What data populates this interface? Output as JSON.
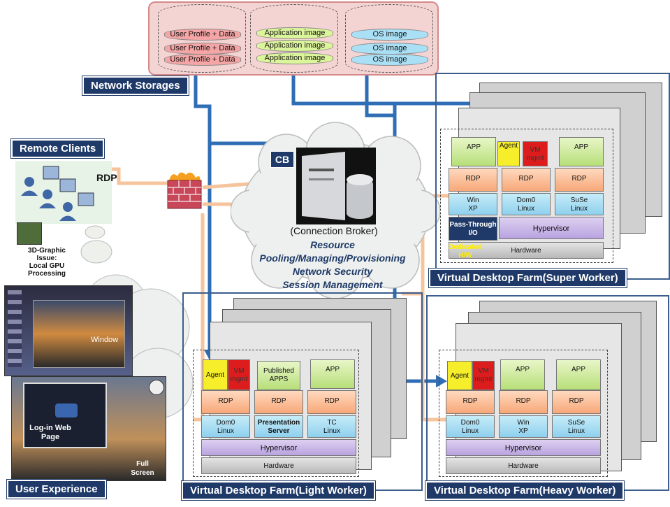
{
  "storages": {
    "label": "Network Storages",
    "user_profile": [
      "User Profile + Data",
      "User Profile + Data",
      "User Profile + Data"
    ],
    "application": [
      "Application image",
      "Application image",
      "Application image"
    ],
    "os": [
      "OS image",
      "OS image",
      "OS image"
    ]
  },
  "clients": {
    "label": "Remote Clients",
    "rdp": "RDP",
    "gpu_note_1": "3D-Graphic",
    "gpu_note_2": "Issue:",
    "gpu_note_3": "Local GPU",
    "gpu_note_4": "Processing"
  },
  "broker": {
    "badge": "CB",
    "caption": "(Connection Broker)",
    "functions": [
      "Resource",
      "Pooling/Managing/Provisioning",
      "Network Security",
      "Session Management"
    ]
  },
  "ux": {
    "label": "User Experience",
    "window": "Window",
    "login_1": "Log-in Web",
    "login_2": "Page",
    "full_1": "Full",
    "full_2": "Screen"
  },
  "super": {
    "label": "Virtual Desktop Farm(Super Worker)",
    "app": "APP",
    "agent": "Agent",
    "vm_1": "VM",
    "vm_2": "mgmt",
    "rdp": "RDP",
    "os1_1": "Win",
    "os1_2": "XP",
    "os2_1": "Dom0",
    "os2_2": "Linux",
    "os3_1": "SuSe",
    "os3_2": "Linux",
    "pass_1": "Pass-Through",
    "pass_2": "I/O",
    "hypervisor": "Hypervisor",
    "hardware": "Hardware",
    "ded_1": "Dedicated",
    "ded_2": "H/W"
  },
  "light": {
    "label": "Virtual Desktop Farm(Light Worker)",
    "agent": "Agent",
    "vm_1": "VM",
    "vm_2": "mgmt",
    "pub_1": "Published",
    "pub_2": "APPS",
    "app": "APP",
    "rdp": "RDP",
    "os1_1": "Dom0",
    "os1_2": "Linux",
    "os2_1": "Presentation",
    "os2_2": "Server",
    "os3_1": "TC",
    "os3_2": "Linux",
    "hypervisor": "Hypervisor",
    "hardware": "Hardware"
  },
  "heavy": {
    "label": "Virtual Desktop Farm(Heavy Worker)",
    "agent": "Agent",
    "vm_1": "VM",
    "vm_2": "mgmt",
    "app": "APP",
    "rdp": "RDP",
    "os1_1": "Dom0",
    "os1_2": "Linux",
    "os2_1": "Win",
    "os2_2": "XP",
    "os3_1": "SuSe",
    "os3_2": "Linux",
    "hypervisor": "Hypervisor",
    "hardware": "Hardware"
  }
}
